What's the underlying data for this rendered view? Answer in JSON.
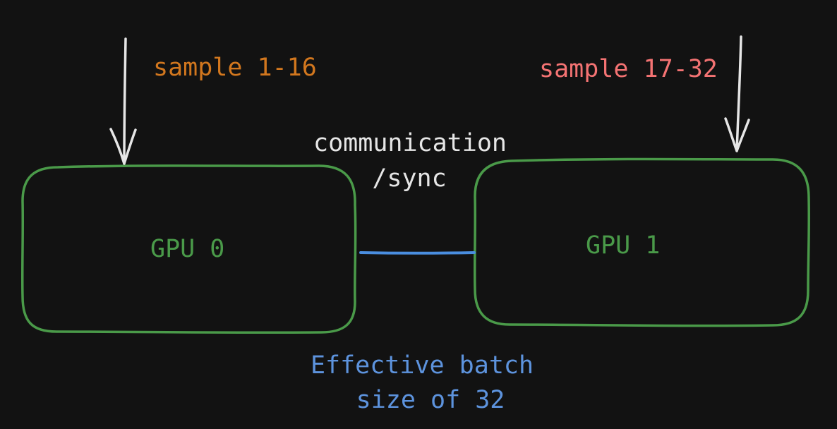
{
  "colors": {
    "background": "#121212",
    "box_stroke": "#4a9a49",
    "gpu_label": "#4a9a49",
    "link": "#4a8ee0",
    "arrow": "#e6e6e6",
    "sample_a": "#d2771e",
    "sample_b": "#f47373",
    "comm_text": "#e6e6e6",
    "batch_text": "#5d93dd"
  },
  "gpu0": {
    "label": "GPU 0",
    "input_label": "sample 1-16"
  },
  "gpu1": {
    "label": "GPU 1",
    "input_label": "sample 17-32"
  },
  "link": {
    "label_line1": "communication",
    "label_line2": "/sync"
  },
  "caption": {
    "line1": "Effective batch",
    "line2": "size of 32"
  }
}
